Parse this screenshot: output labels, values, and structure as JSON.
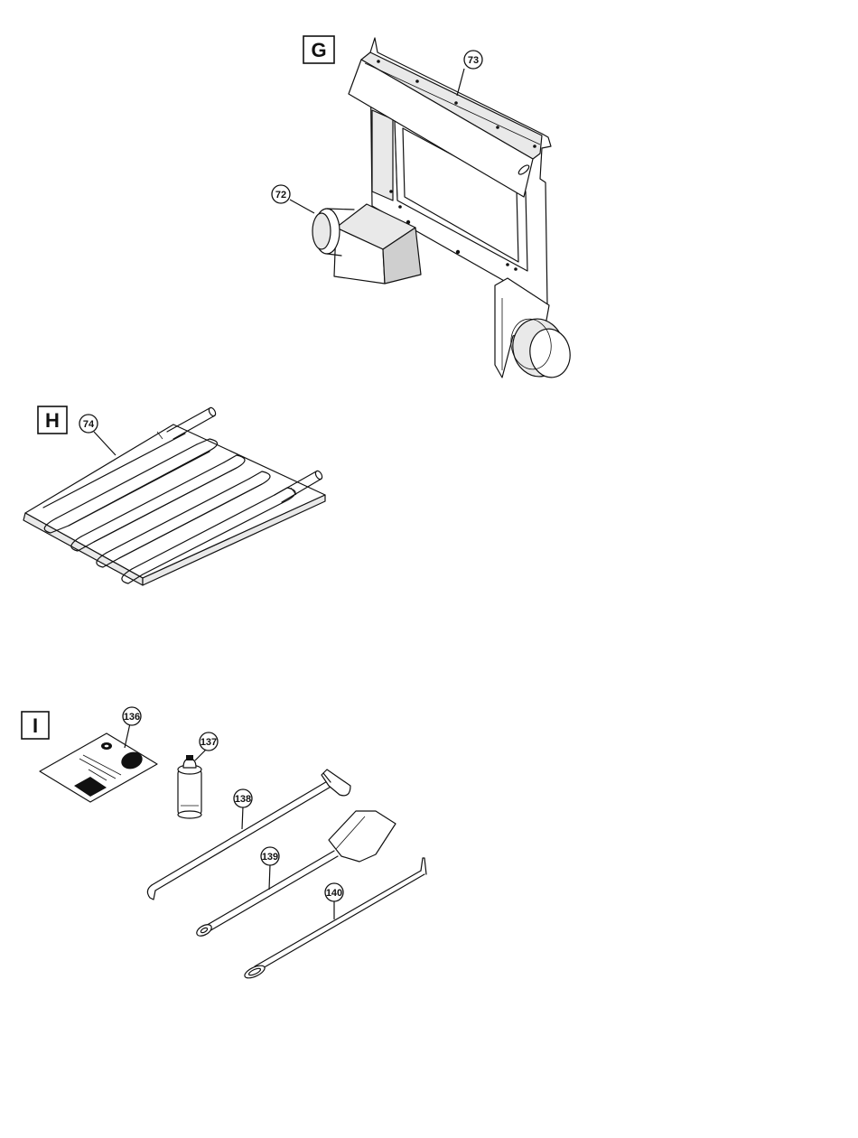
{
  "sections": [
    {
      "id": "G",
      "label": "G"
    },
    {
      "id": "H",
      "label": "H"
    },
    {
      "id": "I",
      "label": "I"
    }
  ],
  "callouts": {
    "c72": "72",
    "c73": "73",
    "c74": "74",
    "c136": "136",
    "c137": "137",
    "c138": "138",
    "c139": "139",
    "c140": "140"
  }
}
